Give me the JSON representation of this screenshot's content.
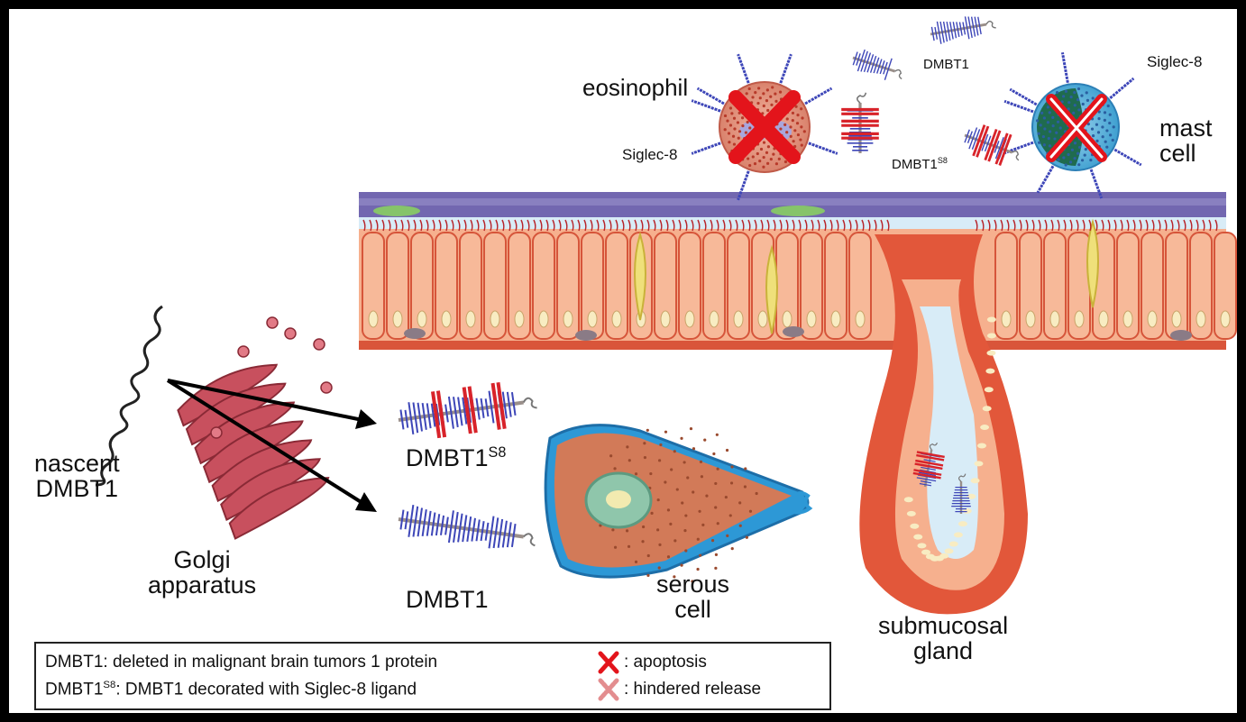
{
  "labels": {
    "eosinophil": "eosinophil",
    "siglec8_left": "Siglec-8",
    "siglec8_right": "Siglec-8",
    "dmbt1_top": "DMBT1",
    "dmbt1s8_top_base": "DMBT1",
    "dmbt1s8_top_sup": "S8",
    "mast_line1": "mast",
    "mast_line2": "cell",
    "nascent_line1": "nascent",
    "nascent_line2": "DMBT1",
    "golgi_line1": "Golgi",
    "golgi_line2": "apparatus",
    "dmbt1s8_base": "DMBT1",
    "dmbt1s8_sup": "S8",
    "dmbt1_bottom": "DMBT1",
    "serous_line1": "serous",
    "serous_line2": "cell",
    "gland_line1": "submucosal",
    "gland_line2": "gland"
  },
  "legend": {
    "line1": "DMBT1: deleted in malignant brain tumors 1 protein",
    "line2_base": "DMBT1",
    "line2_sup": "S8",
    "line2_rest": ": DMBT1 decorated with Siglec-8 ligand",
    "apoptosis": ": apoptosis",
    "hindered": ": hindered release"
  },
  "colors": {
    "epithelium": "#e8704e",
    "cell_fill": "#f6b08e",
    "mucus": "#7a6fb4",
    "goblet": "#efe07a",
    "protein_blue": "#3d46b8",
    "ligand_red": "#d8232a",
    "serous_blue": "#3aa0d8",
    "golgi": "#c8505e"
  }
}
